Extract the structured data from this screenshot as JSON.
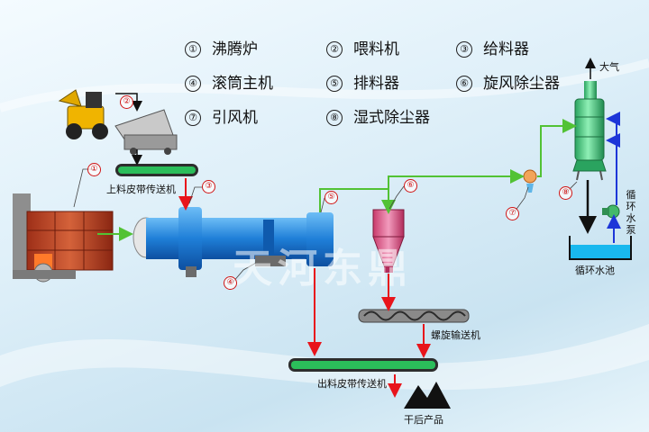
{
  "legend": [
    {
      "num": "①",
      "label": "沸腾炉"
    },
    {
      "num": "②",
      "label": "喂料机"
    },
    {
      "num": "③",
      "label": "给料器"
    },
    {
      "num": "④",
      "label": "滚筒主机"
    },
    {
      "num": "⑤",
      "label": "排料器"
    },
    {
      "num": "⑥",
      "label": "旋风除尘器"
    },
    {
      "num": "⑦",
      "label": "引风机"
    },
    {
      "num": "⑧",
      "label": "湿式除尘器"
    }
  ],
  "labels": {
    "upper_belt": "上料皮带传送机",
    "lower_belt": "出料皮带传送机",
    "screw_conveyor": "螺旋输送机",
    "product": "干后产品",
    "atmosphere": "大气",
    "pool": "循环水池",
    "pump": "循环水泵"
  },
  "markers": [
    "①",
    "②",
    "③",
    "④",
    "⑤",
    "⑥",
    "⑦",
    "⑧"
  ],
  "watermark": "天河东鼎",
  "colors": {
    "material_flow": "#e8141b",
    "gas_flow": "#52c234",
    "water_flow": "#1d36d8",
    "drum": "#2f8fe0",
    "tower": "#3cc27a",
    "furnace": "#c8472b"
  }
}
